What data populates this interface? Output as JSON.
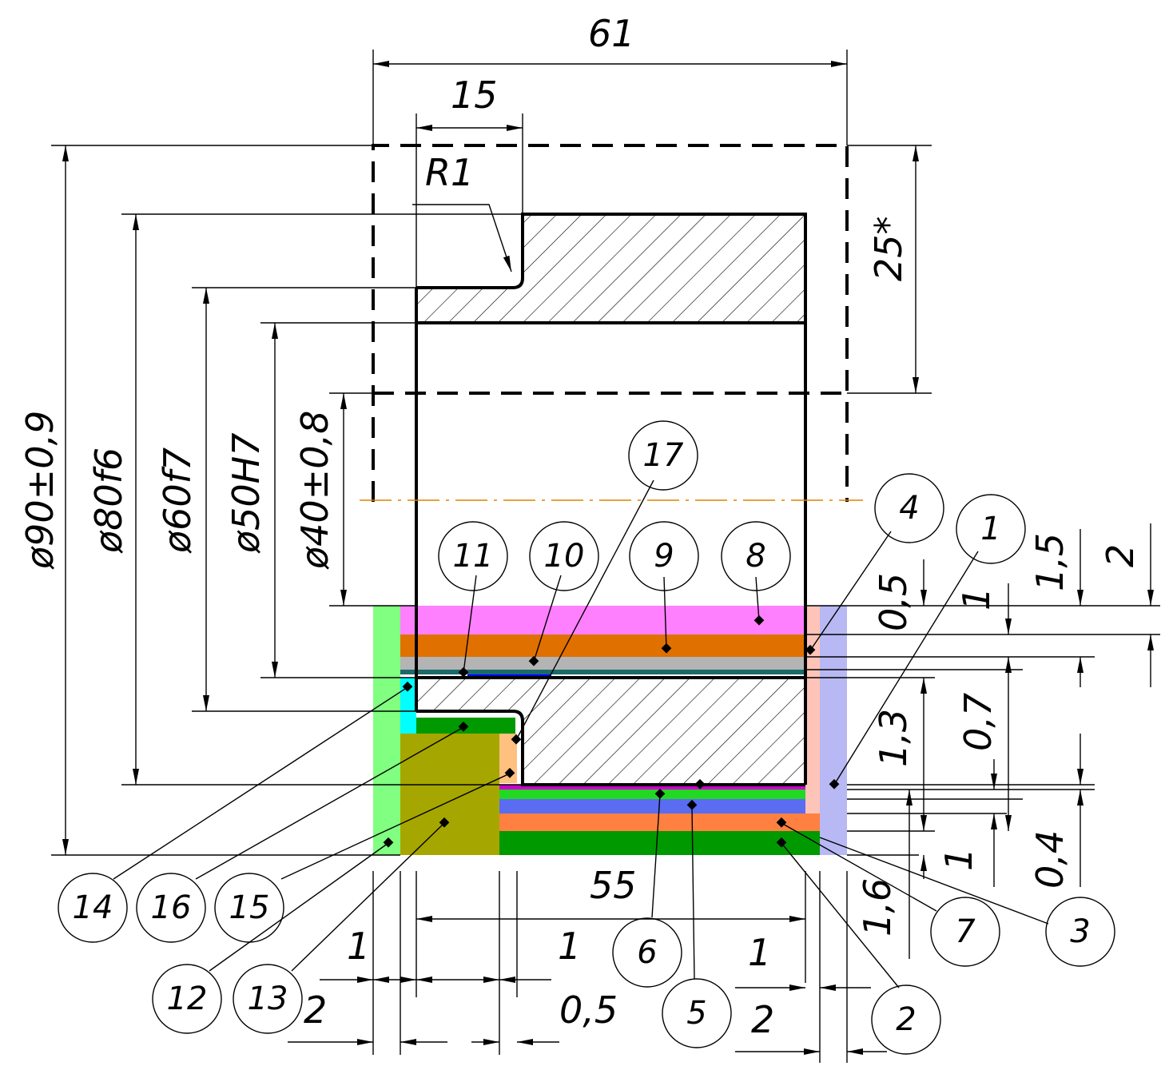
{
  "dimensions": {
    "length_total": "61",
    "step_length": "15",
    "fillet_radius": "R1",
    "height_star": "25*",
    "dia_90": "ø90±0,9",
    "dia_80": "ø80f6",
    "dia_60": "ø60f7",
    "dia_50": "ø50H7",
    "dia_40": "ø40±0,8",
    "length_55": "55",
    "right_0_5": "0,5",
    "right_1_a": "1",
    "right_1_5": "1,5",
    "right_2_top": "2",
    "right_1_3": "1,3",
    "right_0_7": "0,7",
    "right_1_b": "1",
    "right_0_4": "0,4",
    "right_1_6": "1,6",
    "bottom_1_left": "1",
    "bottom_2_left": "2",
    "bottom_1_mid": "1",
    "bottom_0_5": "0,5",
    "bottom_1_right": "1",
    "bottom_2_right": "2"
  },
  "layers": [
    {
      "id": "1",
      "color": "#b8b8f4"
    },
    {
      "id": "2",
      "color": "#009a00"
    },
    {
      "id": "3",
      "color": "#ffc4b8"
    },
    {
      "id": "4",
      "color": "#ffc4b8"
    },
    {
      "id": "5",
      "color": "#5a6cf2"
    },
    {
      "id": "6",
      "color": "#22d822"
    },
    {
      "id": "7",
      "color": "#ff8040"
    },
    {
      "id": "8",
      "color": "#ff80ff"
    },
    {
      "id": "9",
      "color": "#e07000"
    },
    {
      "id": "10",
      "color": "#b4b4b4"
    },
    {
      "id": "11",
      "color": "#0000ff"
    },
    {
      "id": "12",
      "color": "#ffc080"
    },
    {
      "id": "13",
      "color": "#a6a600"
    },
    {
      "id": "14",
      "color": "#00ffff"
    },
    {
      "id": "15",
      "color": "#80ff80"
    },
    {
      "id": "16",
      "color": "#009a00"
    },
    {
      "id": "17",
      "color": "#ff00ff"
    }
  ],
  "callouts": [
    "1",
    "2",
    "3",
    "4",
    "5",
    "6",
    "7",
    "8",
    "9",
    "10",
    "11",
    "12",
    "13",
    "14",
    "15",
    "16",
    "17"
  ]
}
